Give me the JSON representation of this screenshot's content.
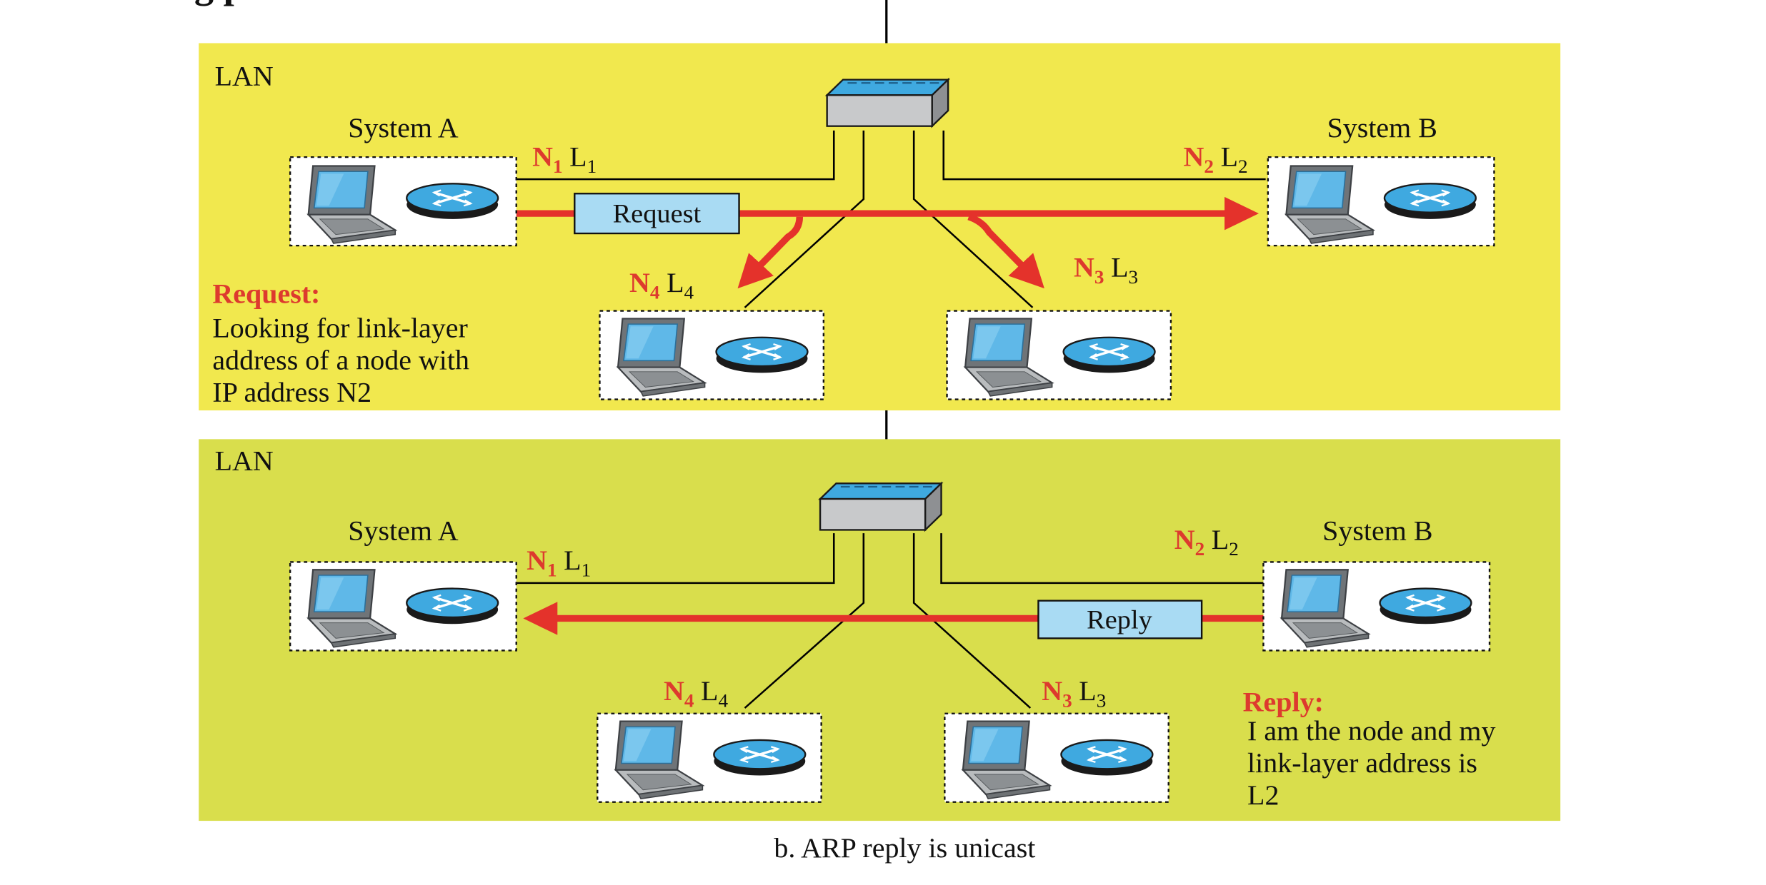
{
  "top_cutoff_text": "g        p",
  "colors": {
    "lan_top_bg": "#f1e84e",
    "lan_bottom_bg": "#d9de4c",
    "arrow_red": "#e4322b",
    "label_red": "#dd3a2e",
    "box_blue": "#a9dbf3",
    "router_blue": "#3fa9e0"
  },
  "top_panel": {
    "lan_label": "LAN",
    "system_a": "System A",
    "system_b": "System B",
    "nodes": {
      "n1": {
        "n": "N",
        "sub": "1",
        "l": "L",
        "lsub": "1"
      },
      "n2": {
        "n": "N",
        "sub": "2",
        "l": "L",
        "lsub": "2"
      },
      "n3": {
        "n": "N",
        "sub": "3",
        "l": "L",
        "lsub": "3"
      },
      "n4": {
        "n": "N",
        "sub": "4",
        "l": "L",
        "lsub": "4"
      }
    },
    "packet_label": "Request",
    "note_title": "Request:",
    "note_lines": [
      "Looking for link-layer",
      "address of a node with",
      "IP address N2"
    ]
  },
  "bottom_panel": {
    "lan_label": "LAN",
    "system_a": "System A",
    "system_b": "System B",
    "nodes": {
      "n1": {
        "n": "N",
        "sub": "1",
        "l": "L",
        "lsub": "1"
      },
      "n2": {
        "n": "N",
        "sub": "2",
        "l": "L",
        "lsub": "2"
      },
      "n3": {
        "n": "N",
        "sub": "3",
        "l": "L",
        "lsub": "3"
      },
      "n4": {
        "n": "N",
        "sub": "4",
        "l": "L",
        "lsub": "4"
      }
    },
    "packet_label": "Reply",
    "note_title": "Reply:",
    "note_lines": [
      "I am the node and my",
      "link-layer address is",
      "L2"
    ]
  },
  "caption": "b. ARP reply is unicast"
}
